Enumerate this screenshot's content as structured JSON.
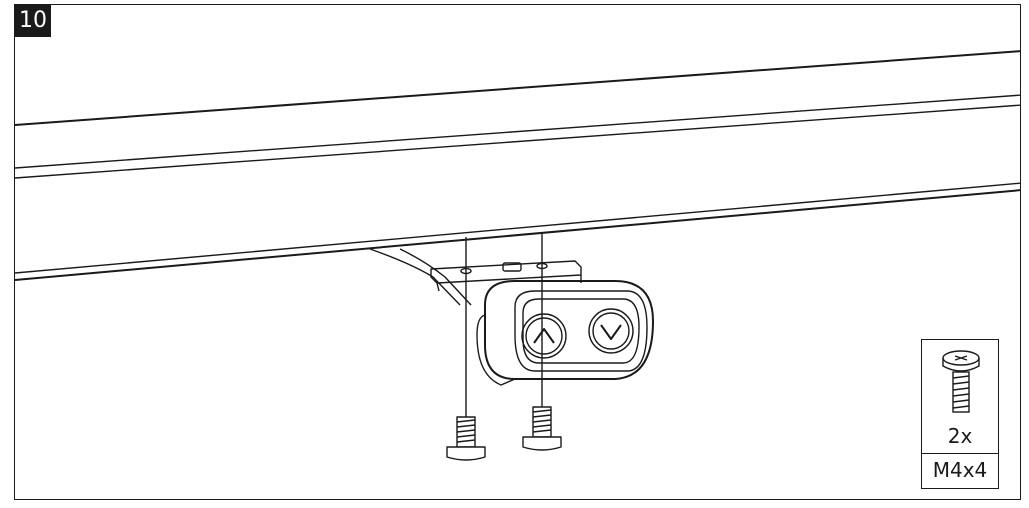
{
  "step": {
    "number": "10"
  },
  "illustration": {
    "handset_buttons": [
      "up-chevron-icon",
      "down-chevron-icon"
    ],
    "screw_count_shown": 2
  },
  "hardware": {
    "quantity": "2x",
    "size": "M4x4",
    "icon": "screw-icon"
  },
  "colors": {
    "line": "#1a1a1a",
    "background": "#ffffff",
    "badge": "#1a1a1a"
  }
}
